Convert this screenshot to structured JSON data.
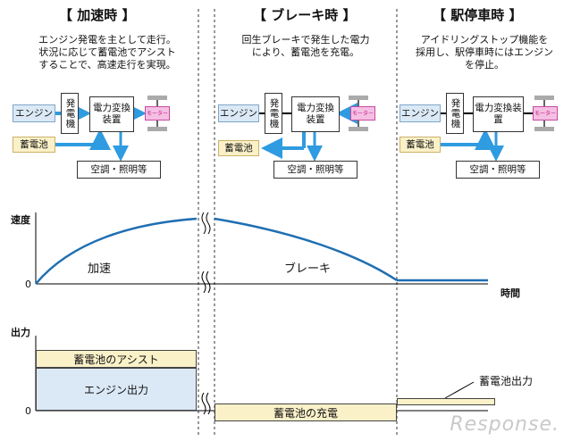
{
  "modes": [
    {
      "title": "【 加速時 】",
      "desc": "エンジン発電を主として走行。\n状況に応じて蓄電池でアシスト\nすることで、高速走行を実現。"
    },
    {
      "title": "【 ブレーキ時 】",
      "desc": "回生ブレーキで発生した電力\nにより、蓄電池を充電。"
    },
    {
      "title": "【 駅停車時 】",
      "desc": "アイドリングストップ機能を\n採用し、駅停車時にはエンジン\nを停止。"
    }
  ],
  "blocks": {
    "engine": "エンジン",
    "generator": "発電機",
    "converter": "電力変換装置",
    "motor": "モーター",
    "battery": "蓄電池",
    "aux": "空調・照明等"
  },
  "speed_chart": {
    "ylabel": "速度",
    "xlabel": "時間",
    "zero": "0",
    "accel_label": "加速",
    "brake_label": "ブレーキ"
  },
  "output_chart": {
    "ylabel": "出力",
    "zero": "0",
    "assist_label": "蓄電池のアシスト",
    "engine_label": "エンジン出力",
    "charge_label": "蓄電池の充電",
    "battery_out_label": "蓄電池出力"
  },
  "colors": {
    "blue_line": "#1f6fb2",
    "arrow_blue": "#2f9be0",
    "engine_fill": "#dbe9f6",
    "battery_fill": "#fbf1c9",
    "motor_fill": "#f5bfe3"
  },
  "watermark": "Response."
}
